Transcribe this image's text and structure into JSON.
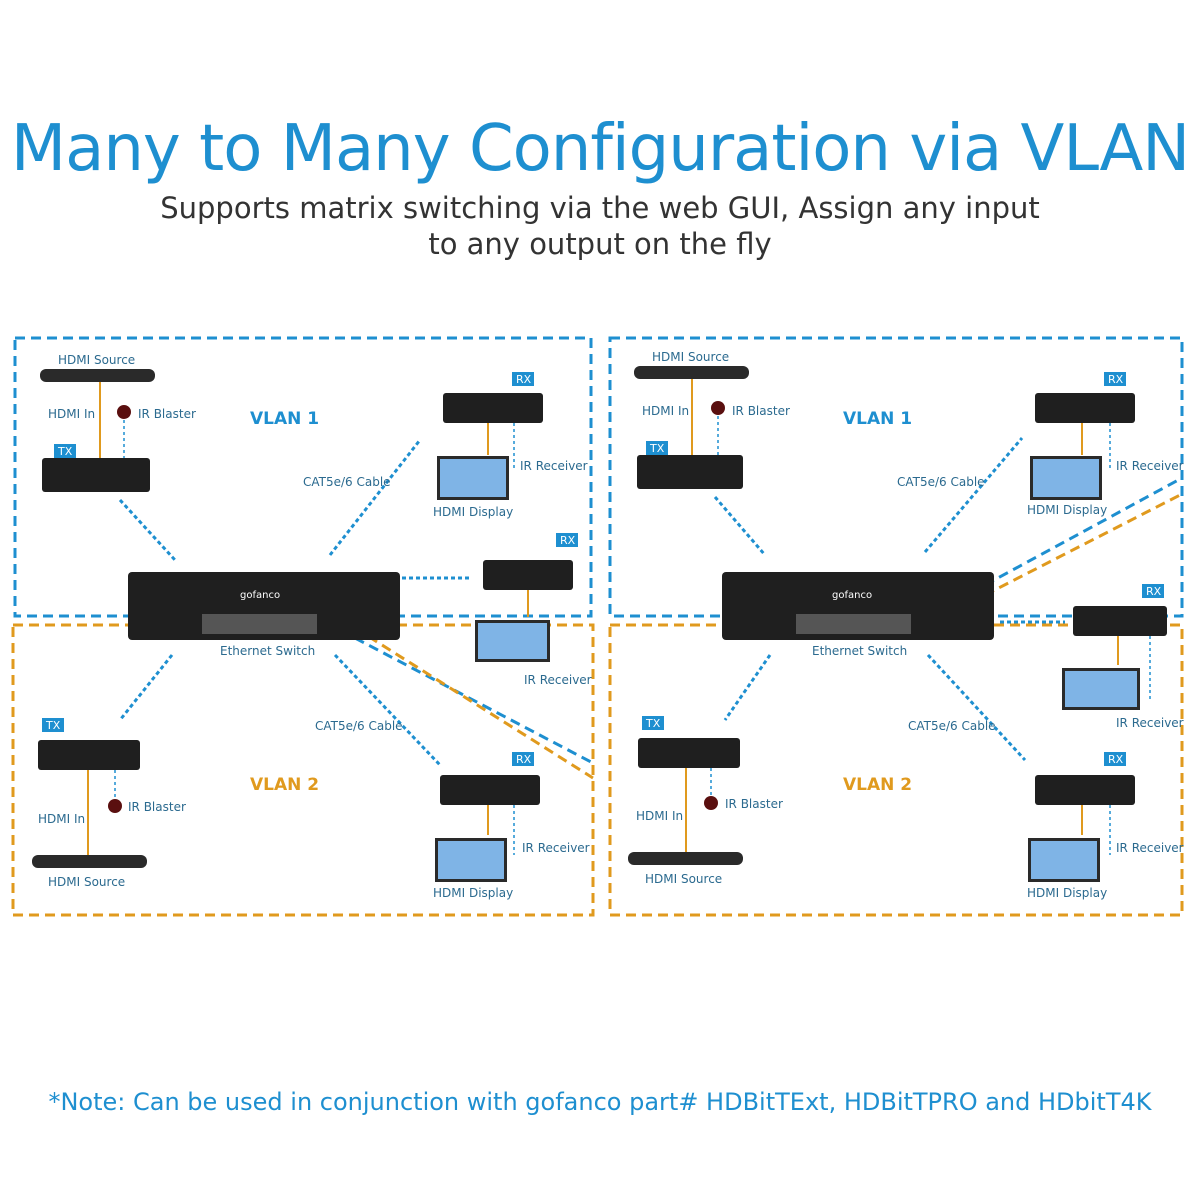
{
  "title": "Many to Many Configuration via VLAN",
  "subtitle": "Supports matrix switching via the web GUI, Assign any input to any output on the fly",
  "note": "*Note: Can be used in conjunction with gofanco part# HDBitTExt, HDBitTPRO and HDbitT4K",
  "colors": {
    "vlan1": "#1e8fd0",
    "vlan2": "#e09a1e",
    "device": "#222222",
    "cable": "#1e8fd0"
  },
  "labels": {
    "hdmi_source": "HDMI Source",
    "hdmi_in": "HDMI In",
    "ir_blaster": "IR Blaster",
    "ir_receiver": "IR Receiver",
    "hdmi_display": "HDMI Display",
    "cable": "CAT5e/6 Cable",
    "switch": "Ethernet Switch",
    "tx": "TX",
    "rx": "RX",
    "vlan1": "VLAN 1",
    "vlan2": "VLAN 2",
    "brand": "gofanco"
  }
}
